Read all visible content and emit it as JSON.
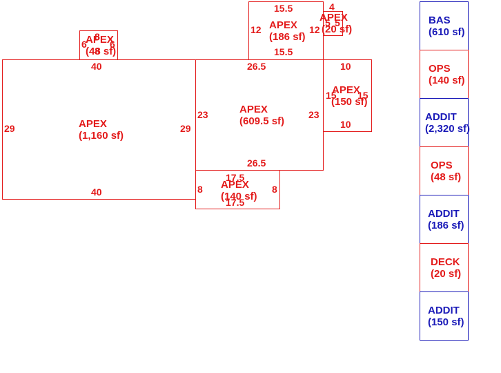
{
  "areas": {
    "main": {
      "label": "APEX",
      "area": "(1,160 sf)",
      "top": "40",
      "bottom": "40",
      "left": "29",
      "right": "29"
    },
    "mid": {
      "label": "APEX",
      "area": "(609.5 sf)",
      "top": "26.5",
      "bottom": "26.5",
      "left": "23",
      "right": "23"
    },
    "top": {
      "label": "APEX",
      "area": "(186 sf)",
      "top": "15.5",
      "bottom": "15.5",
      "left": "12",
      "right": "12"
    },
    "small": {
      "label": "APEX",
      "area": "(48 sf)",
      "top": "8",
      "bottom": "8",
      "left": "6",
      "right": "6"
    },
    "tiny": {
      "label": "APEX",
      "area": "(20 sf)",
      "top": "4",
      "inner": "5",
      "right": "5"
    },
    "right": {
      "label": "APEX",
      "area": "(150 sf)",
      "top": "10",
      "bottom": "10",
      "left": "15",
      "right": "15"
    },
    "bottom": {
      "label": "APEX",
      "area": "(140 sf)",
      "top": "17.5",
      "bottom": "17.5",
      "left": "8",
      "right": "8"
    }
  },
  "legend": [
    {
      "name": "BAS",
      "area": "(610 sf)",
      "color": "#1a1ab8"
    },
    {
      "name": "OPS",
      "area": "(140 sf)",
      "color": "#e31b1b"
    },
    {
      "name": "ADDIT",
      "area": "(2,320 sf)",
      "color": "#1a1ab8"
    },
    {
      "name": "OPS",
      "area": "(48 sf)",
      "color": "#e31b1b"
    },
    {
      "name": "ADDIT",
      "area": "(186 sf)",
      "color": "#1a1ab8"
    },
    {
      "name": "DECK",
      "area": "(20 sf)",
      "color": "#e31b1b"
    },
    {
      "name": "ADDIT",
      "area": "(150 sf)",
      "color": "#1a1ab8"
    }
  ]
}
